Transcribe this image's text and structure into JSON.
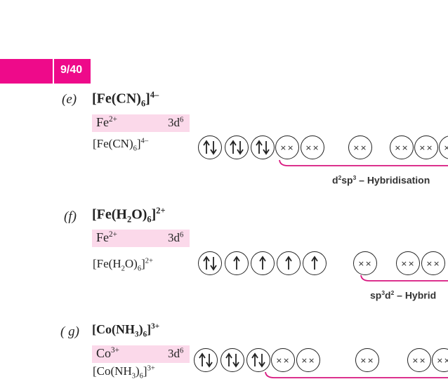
{
  "header": {
    "page_number": "9/40"
  },
  "sections": [
    {
      "label": "(e)",
      "title_parts": [
        "[Fe(CN)",
        "6",
        "]",
        "4–"
      ],
      "ion": "Fe",
      "ion_charge": "2+",
      "config": "3d",
      "config_exp": "6",
      "complex_parts": [
        "[Fe(CN)",
        "6",
        "]",
        "4–"
      ],
      "orbitals": [
        "pair",
        "pair",
        "pair",
        "xx",
        "xx",
        "xx",
        "xx",
        "xx",
        "xx"
      ],
      "hybridisation": {
        "prefix": "d",
        "e1": "2",
        "mid": "sp",
        "e2": "3",
        "suffix": " – Hybridisation"
      }
    },
    {
      "label": "(f)",
      "title_parts": [
        "[Fe(H",
        "2",
        "O)",
        "6",
        "]",
        "2+"
      ],
      "ion": "Fe",
      "ion_charge": "2+",
      "config": "3d",
      "config_exp": "6",
      "complex_parts": [
        "[Fe(H",
        "2",
        "O)",
        "6",
        "]",
        "2+"
      ],
      "orbitals": [
        "pair",
        "up",
        "up",
        "up",
        "up",
        "xx",
        "xx",
        "xx"
      ],
      "hybridisation": {
        "prefix": "sp",
        "e1": "3",
        "mid": "d",
        "e2": "2",
        "suffix": " – Hybrid"
      }
    },
    {
      "label": "( g)",
      "title_parts": [
        "[Co(NH",
        "3",
        ")",
        "6",
        "]",
        "3+"
      ],
      "ion": "Co",
      "ion_charge": "3+",
      "config": "3d",
      "config_exp": "6",
      "complex_parts": [
        "[Co(NH",
        "3",
        ")",
        "6",
        "]",
        "3+"
      ],
      "orbitals": [
        "pair",
        "pair",
        "pair",
        "xx",
        "xx",
        "xx",
        "xx",
        "xx"
      ]
    }
  ]
}
